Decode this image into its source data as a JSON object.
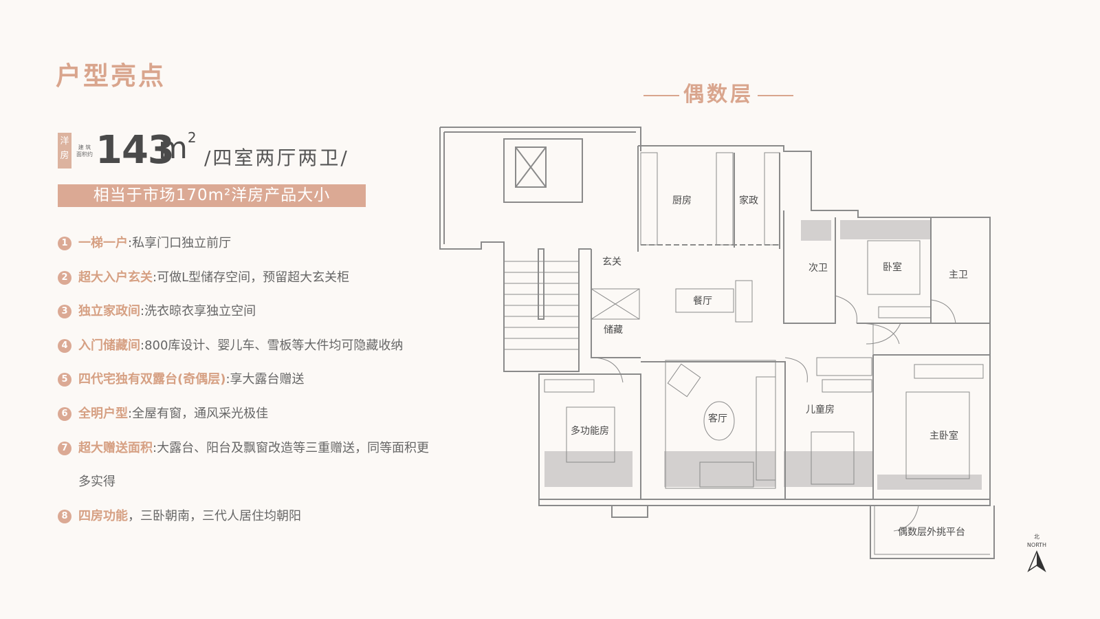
{
  "heading": "户型亮点",
  "tag": "洋房",
  "area_note": "建 筑 面积约",
  "area_value": "143",
  "area_unit": "m",
  "area_sup": "2",
  "layout": "/四室两厅两卫/",
  "banner": "相当于市场170m²洋房产品大小",
  "features": [
    {
      "num": "1",
      "title": "一梯一户",
      "desc": ":私享门口独立前厅"
    },
    {
      "num": "2",
      "title": "超大入户玄关",
      "desc": ":可做L型储存空间，预留超大玄关柜"
    },
    {
      "num": "3",
      "title": "独立家政间",
      "desc": ":洗衣晾衣享独立空间"
    },
    {
      "num": "4",
      "title": "入门储藏间",
      "desc": ":800库设计、婴儿车、雪板等大件均可隐藏收纳"
    },
    {
      "num": "5",
      "title": "四代宅独有双露台(奇偶层)",
      "desc": ":享大露台赠送"
    },
    {
      "num": "6",
      "title": "全明户型",
      "desc": ":全屋有窗，通风采光极佳"
    },
    {
      "num": "7",
      "title": "超大赠送面积",
      "desc": ":大露台、阳台及飘窗改造等三重赠送，同等面积更",
      "cont": "多实得"
    },
    {
      "num": "8",
      "title": "四房功能",
      "desc": "，三卧朝南，三代人居住均朝阳"
    }
  ],
  "floor_title": "偶数层",
  "rooms": {
    "kitchen": "厨房",
    "housekeeping": "家政",
    "foyer": "玄关",
    "dining": "餐厅",
    "storage": "储藏",
    "second_bath": "次卫",
    "bedroom": "卧室",
    "master_bath": "主卫",
    "living": "客厅",
    "multi": "多功能房",
    "kids": "儿童房",
    "master_bed": "主卧室",
    "platform": "偶数层外挑平台"
  },
  "compass": {
    "cn": "北",
    "en": "NORTH"
  },
  "colors": {
    "accent": "#dba994",
    "wall": "#8a8a8a",
    "balcony": "#cfcccc"
  }
}
